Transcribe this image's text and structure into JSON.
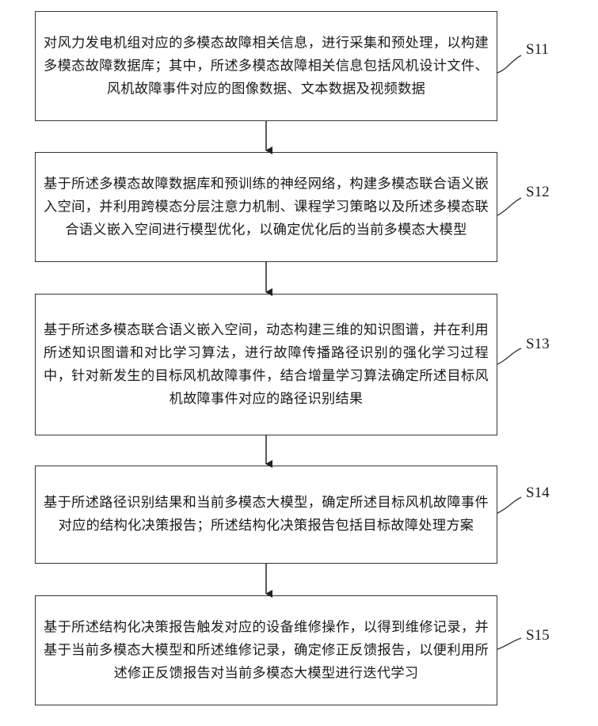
{
  "steps": [
    {
      "id": "S11",
      "text": "对风力发电机组对应的多模态故障相关信息，进行采集和预处理，以构建多模态故障数据库；其中，所述多模态故障相关信息包括风机设计文件、风机故障事件对应的图像数据、文本数据及视频数据"
    },
    {
      "id": "S12",
      "text": "基于所述多模态故障数据库和预训练的神经网络，构建多模态联合语义嵌入空间，并利用跨模态分层注意力机制、课程学习策略以及所述多模态联合语义嵌入空间进行模型优化，以确定优化后的当前多模态大模型"
    },
    {
      "id": "S13",
      "text": "基于所述多模态联合语义嵌入空间，动态构建三维的知识图谱，并在利用所述知识图谱和对比学习算法，进行故障传播路径识别的强化学习过程中，针对新发生的目标风机故障事件，结合增量学习算法确定所述目标风机故障事件对应的路径识别结果"
    },
    {
      "id": "S14",
      "text": "基于所述路径识别结果和当前多模态大模型，确定所述目标风机故障事件对应的结构化决策报告；所述结构化决策报告包括目标故障处理方案"
    },
    {
      "id": "S15",
      "text": "基于所述结构化决策报告触发对应的设备维修操作，以得到维修记录，并基于当前多模态大模型和所述维修记录，确定修正反馈报告，以便利用所述修正反馈报告对当前多模态大模型进行迭代学习"
    }
  ]
}
